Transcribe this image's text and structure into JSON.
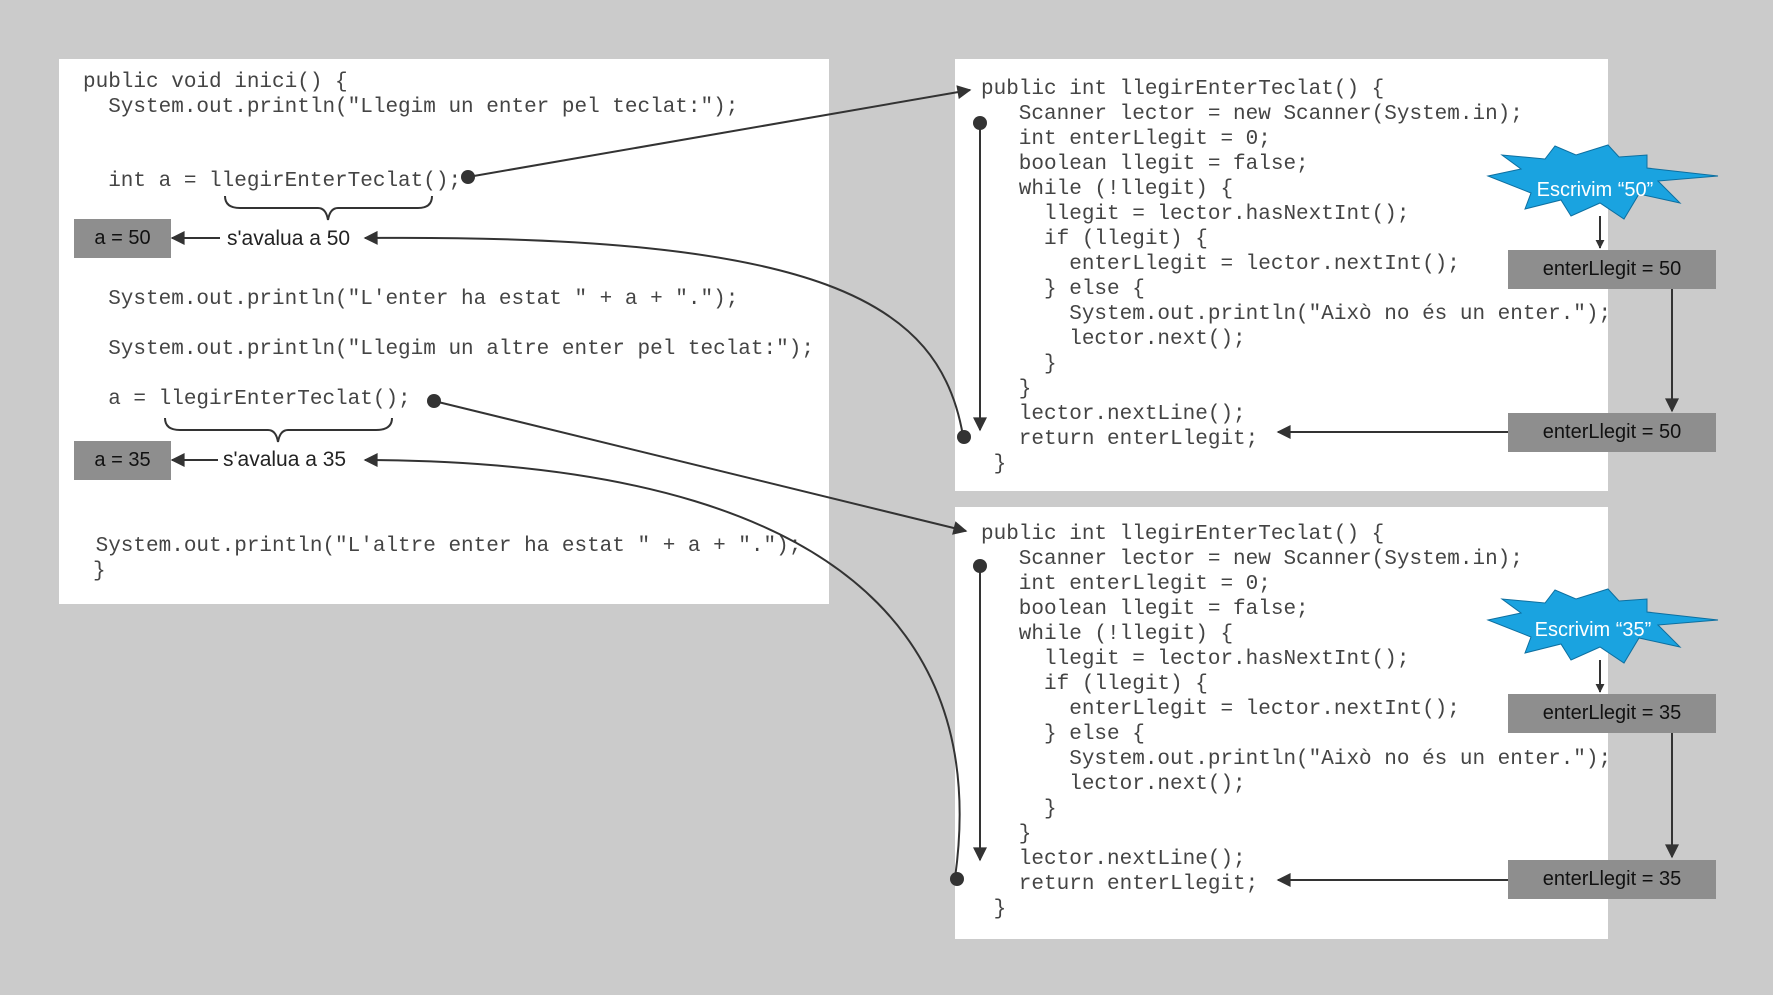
{
  "main_code": {
    "l1": "public void inici() {",
    "l2": "  System.out.println(\"Llegim un enter pel teclat:\");",
    "l3": "  int a = llegirEnterTeclat();",
    "l4": "  System.out.println(\"L'enter ha estat \" + a + \".\");",
    "l5": "  System.out.println(\"Llegim un altre enter pel teclat:\");",
    "l6": "  a = llegirEnterTeclat();",
    "l7": " System.out.println(\"L'altre enter ha estat \" + a + \".\");",
    "l8": "}"
  },
  "method_code": {
    "l1": "public int llegirEnterTeclat() {",
    "l2": "   Scanner lector = new Scanner(System.in);",
    "l3": "   int enterLlegit = 0;",
    "l4": "   boolean llegit = false;",
    "l5": "   while (!llegit) {",
    "l6": "     llegit = lector.hasNextInt();",
    "l7": "     if (llegit) {",
    "l8": "       enterLlegit = lector.nextInt();",
    "l9": "     } else {",
    "l10": "       System.out.println(\"Això no és un enter.\");",
    "l11": "       lector.next();",
    "l12": "     }",
    "l13": "   }",
    "l14": "   lector.nextLine();",
    "l15": "   return enterLlegit;",
    "l16": " }"
  },
  "annotations": {
    "call1": {
      "result": "a = 50",
      "evaluates": "s'avalua a 50",
      "typed": "Escrivim “50”",
      "value_read": "enterLlegit = 50",
      "value_return": "enterLlegit = 50"
    },
    "call2": {
      "result": "a = 35",
      "evaluates": "s'avalua a 35",
      "typed": "Escrivim “35”",
      "value_read": "enterLlegit = 35",
      "value_return": "enterLlegit = 35"
    }
  },
  "colors": {
    "background": "#cbcbcb",
    "panel": "#ffffff",
    "value_box": "#8e8e8e",
    "starburst": "#1aa3e0",
    "arrow": "#333333"
  }
}
